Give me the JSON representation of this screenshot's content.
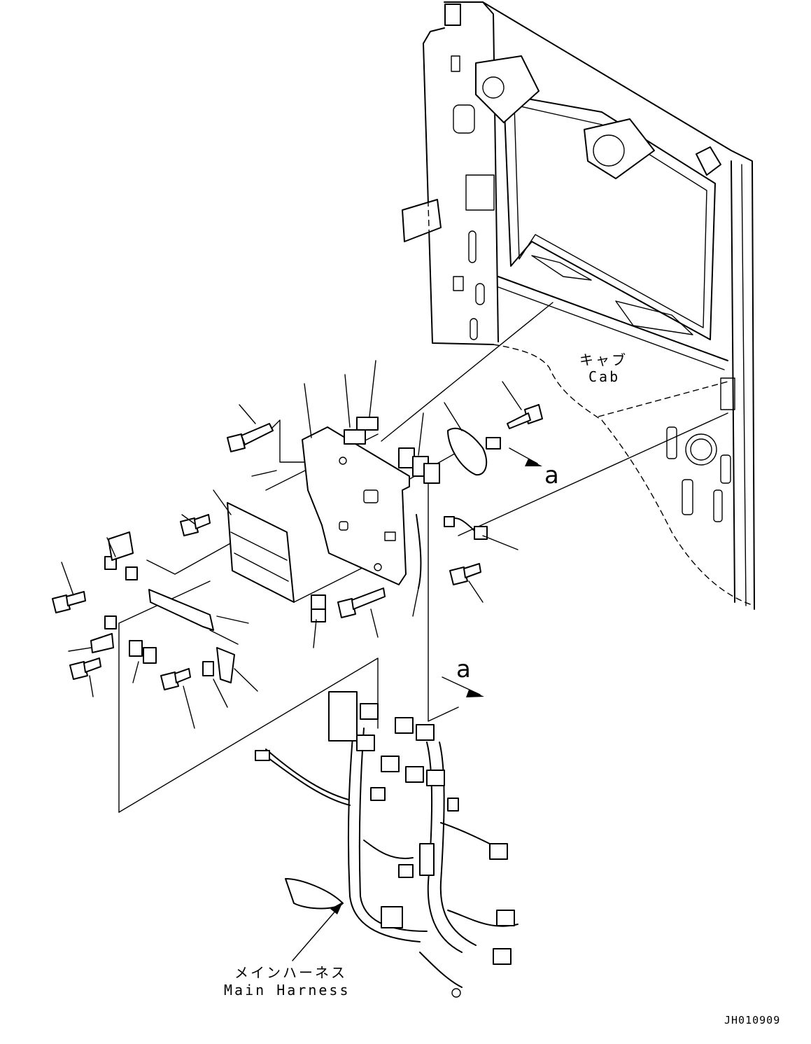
{
  "labels": {
    "cab_jp": "キャブ",
    "cab_en": "Cab",
    "harness_jp": "メインハーネス",
    "harness_en": "Main Harness",
    "view_mark_upper": "a",
    "view_mark_lower": "a",
    "drawing_id": "JH010909"
  }
}
